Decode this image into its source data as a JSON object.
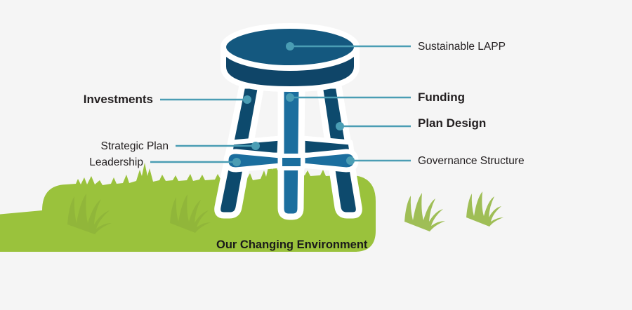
{
  "diagram": {
    "title_caption": "Our Changing Environment",
    "background_color": "#f5f5f5",
    "colors": {
      "seat_top": "#14587f",
      "seat_rim": "#0f4568",
      "leg_dark": "#0d4a6d",
      "leg_light": "#1b6e9e",
      "brace_dark": "#0d4a6d",
      "brace_light": "#1b6e9e",
      "outline": "#ffffff",
      "connector": "#4a9db4",
      "grass": "#9ac23c",
      "grass_tuft": "#8fb43a",
      "text": "#231f20"
    },
    "labels": {
      "right": [
        {
          "text": "Sustainable LAPP",
          "weight": "regular"
        },
        {
          "text": "Funding",
          "weight": "bold"
        },
        {
          "text": "Plan Design",
          "weight": "bold"
        },
        {
          "text": "Governance Structure",
          "weight": "regular"
        }
      ],
      "left": [
        {
          "text": "Investments",
          "weight": "bold"
        },
        {
          "text": "Strategic Plan",
          "weight": "regular"
        },
        {
          "text": "Leadership",
          "weight": "regular"
        }
      ]
    }
  }
}
